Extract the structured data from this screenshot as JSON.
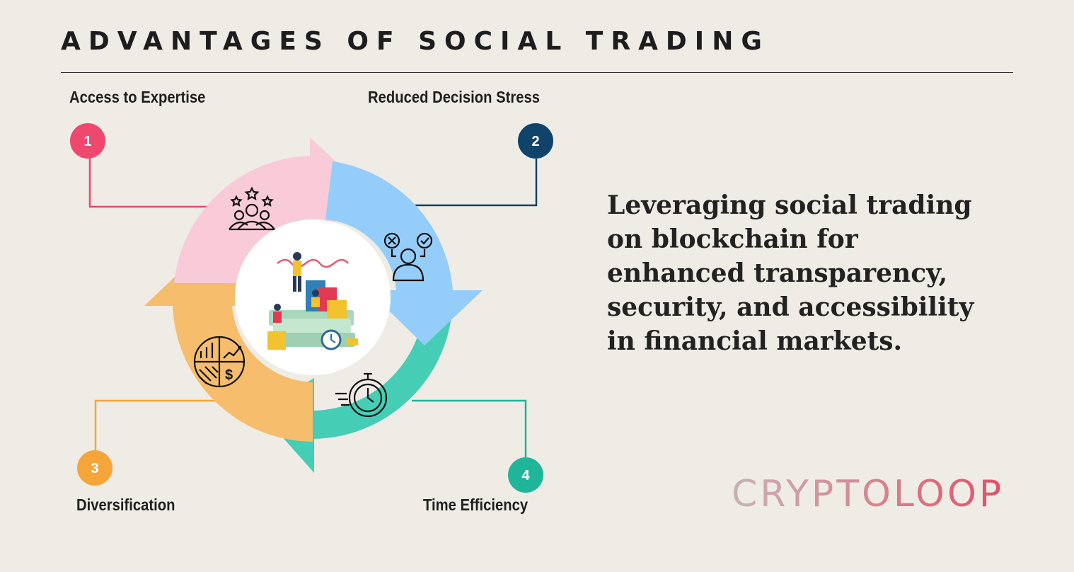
{
  "title": "ADVANTAGES OF SOCIAL TRADING",
  "steps": [
    {
      "number": "1",
      "label": "Access to Expertise",
      "color": "#f0476f",
      "icon": "people-stars-icon"
    },
    {
      "number": "2",
      "label": "Reduced Decision Stress",
      "color": "#10436a",
      "icon": "person-decision-icon"
    },
    {
      "number": "3",
      "label": "Diversification",
      "color": "#f6a53a",
      "icon": "portfolio-pie-icon"
    },
    {
      "number": "4",
      "label": "Time Efficiency",
      "color": "#1fb598",
      "icon": "stopwatch-icon"
    }
  ],
  "segment_colors": {
    "pink": "#f9cbd8",
    "blue": "#95cdfa",
    "teal": "#46cdb6",
    "orange": "#f5bd6c"
  },
  "center_illustration": "trading-team-illustration",
  "description": "Leveraging social trading on blockchain for enhanced transparency, security, and accessibility in financial markets.",
  "brand": "CRYPTOLOOP"
}
